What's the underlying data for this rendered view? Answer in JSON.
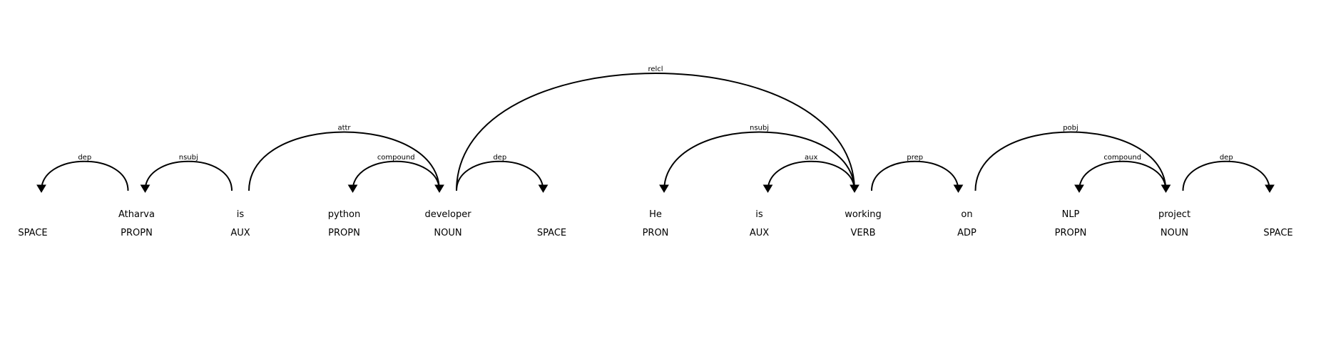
{
  "tokens": [
    {
      "text": "",
      "tag": "SPACE"
    },
    {
      "text": "Atharva",
      "tag": "PROPN"
    },
    {
      "text": "is",
      "tag": "AUX"
    },
    {
      "text": "python",
      "tag": "PROPN"
    },
    {
      "text": "developer",
      "tag": "NOUN"
    },
    {
      "text": "",
      "tag": "SPACE"
    },
    {
      "text": "He",
      "tag": "PRON"
    },
    {
      "text": "is",
      "tag": "AUX"
    },
    {
      "text": "working",
      "tag": "VERB"
    },
    {
      "text": "on",
      "tag": "ADP"
    },
    {
      "text": "NLP",
      "tag": "PROPN"
    },
    {
      "text": "project",
      "tag": "NOUN"
    },
    {
      "text": "",
      "tag": "SPACE"
    }
  ],
  "arcs": [
    {
      "start": 0,
      "end": 1,
      "label": "dep",
      "dir": "left"
    },
    {
      "start": 1,
      "end": 2,
      "label": "nsubj",
      "dir": "left"
    },
    {
      "start": 2,
      "end": 4,
      "label": "attr",
      "dir": "right"
    },
    {
      "start": 3,
      "end": 4,
      "label": "compound",
      "dir": "left"
    },
    {
      "start": 4,
      "end": 5,
      "label": "dep",
      "dir": "right"
    },
    {
      "start": 4,
      "end": 8,
      "label": "relcl",
      "dir": "right"
    },
    {
      "start": 6,
      "end": 8,
      "label": "nsubj",
      "dir": "left"
    },
    {
      "start": 7,
      "end": 8,
      "label": "aux",
      "dir": "left"
    },
    {
      "start": 8,
      "end": 9,
      "label": "prep",
      "dir": "right"
    },
    {
      "start": 9,
      "end": 11,
      "label": "pobj",
      "dir": "right"
    },
    {
      "start": 10,
      "end": 11,
      "label": "compound",
      "dir": "left"
    },
    {
      "start": 11,
      "end": 12,
      "label": "dep",
      "dir": "right"
    }
  ]
}
